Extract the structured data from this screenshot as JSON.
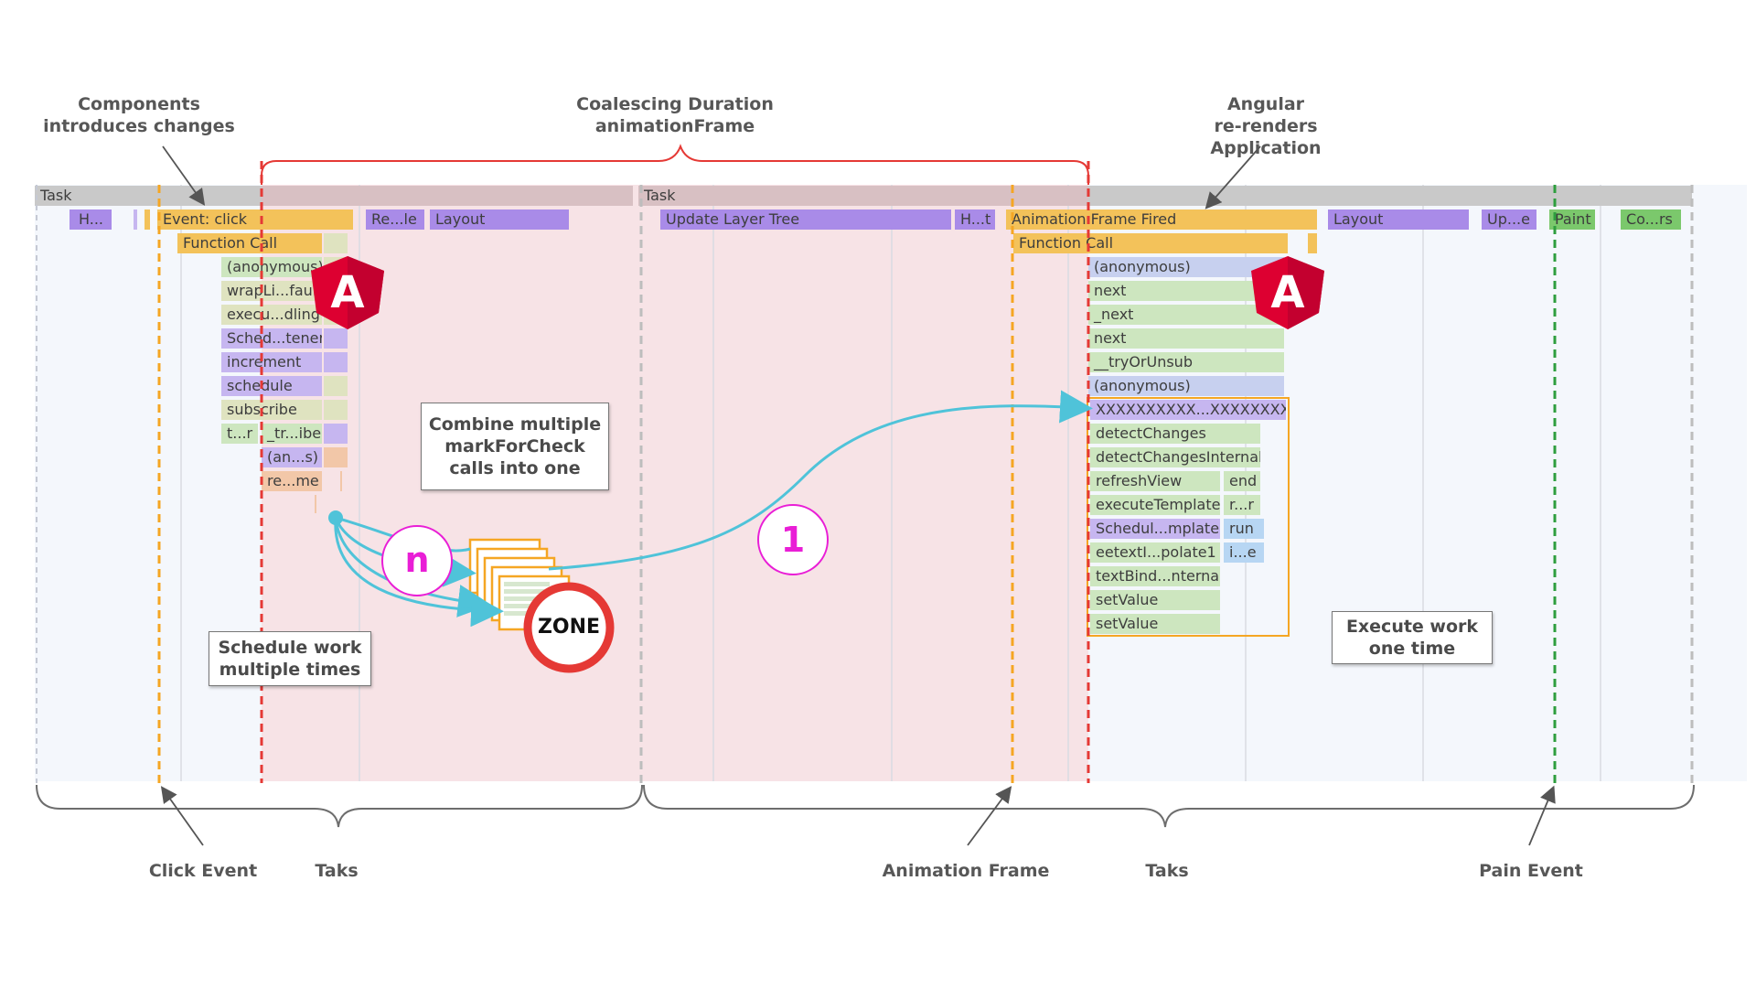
{
  "top_labels": {
    "components": [
      "Components",
      "introduces changes"
    ],
    "coalescing": [
      "Coalescing Duration",
      "animationFrame"
    ],
    "angular": [
      "Angular",
      "re-renders Application"
    ]
  },
  "bottom_labels": {
    "click_event": "Click Event",
    "taks_left": "Taks",
    "animation_frame": "Animation Frame",
    "taks_right": "Taks",
    "pain_event": "Pain Event"
  },
  "callouts": {
    "combine": [
      "Combine multiple",
      "markForCheck",
      "calls into one"
    ],
    "schedule": [
      "Schedule work",
      "multiple times"
    ],
    "execute": [
      "Execute work",
      "one time"
    ]
  },
  "badges": {
    "n": "n",
    "one": "1",
    "zone": "ZONE",
    "angular_letter": "A"
  },
  "tasks": {
    "left": "Task",
    "right": "Task"
  },
  "left_stack": {
    "top_row": {
      "h": "H...",
      "event_click": "Event: click",
      "recalc": "Re...le",
      "layout": "Layout"
    },
    "function_call": "Function Call",
    "frames": [
      "(anonymous)",
      "wrapLi...fault",
      "execu...dling",
      "Sched...tener",
      "increment",
      "schedule",
      "subscribe",
      "t...r"
    ],
    "sub_frames": [
      "_tr...ibe",
      "(an...s)",
      "re...me"
    ]
  },
  "middle": {
    "update_layer_tree": "Update Layer Tree",
    "ht": "H...t"
  },
  "right_stack": {
    "animation_frame_fired": "Animation Frame Fired",
    "function_call": "Function Call",
    "layout": "Layout",
    "update": "Up...e",
    "paint": "Paint",
    "composite": "Co...rs",
    "frames": [
      "(anonymous)",
      "next",
      "_next",
      "next",
      "__tryOrUnsub",
      "(anonymous)",
      "XXXXXXXXXX...XXXXXXXXX",
      "detectChanges",
      "detectChangesInternal",
      "refreshView",
      "executeTemplate",
      "Schedul...mplate",
      "eetextI...polate1",
      "textBind...nternal",
      "setValue",
      "setValue"
    ],
    "side_frames": [
      "end",
      "r...r",
      "run",
      "i...e"
    ]
  },
  "colors": {
    "coalesce_region": "#f7e3e6",
    "red_line": "#e53935",
    "orange_line": "#f5a623",
    "green_line": "#2e9e3e",
    "arrow": "#4fc3d9",
    "badge_magenta": "#e91ed6",
    "angular_red": "#dd0031"
  }
}
